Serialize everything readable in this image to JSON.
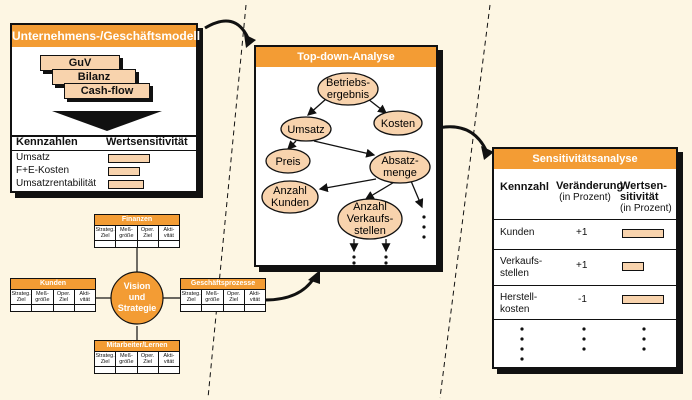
{
  "model": {
    "title": "Unternehmens-/Geschäftsmodell",
    "stack": [
      "GuV",
      "Bilanz",
      "Cash-flow"
    ],
    "col_kennzahlen": "Kennzahlen",
    "col_werts": "Wertsensitivität",
    "rows": [
      "Umsatz",
      "F+E-Kosten",
      "Umsatzrentabilität"
    ]
  },
  "topdown": {
    "title": "Top-down-Analyse",
    "nodes": {
      "betrieb": [
        "Betriebs-",
        "ergebnis"
      ],
      "umsatz": [
        "Umsatz"
      ],
      "kosten": [
        "Kosten"
      ],
      "preis": [
        "Preis"
      ],
      "absatz": [
        "Absatz-",
        "menge"
      ],
      "kunden": [
        "Anzahl",
        "Kunden"
      ],
      "verkauf": [
        "Anzahl",
        "Verkaufs-",
        "stellen"
      ]
    }
  },
  "sens": {
    "title": "Sensitivitätsanalyse",
    "h_kennzahl": "Kennzahl",
    "h_veraenderung": [
      "Veränderung",
      "(in Prozent)"
    ],
    "h_werts": [
      "Wertsen-",
      "sitivität",
      "(in Prozent)"
    ],
    "rows": [
      {
        "label": [
          "Kunden"
        ],
        "value": "+1"
      },
      {
        "label": [
          "Verkaufs-",
          "stellen"
        ],
        "value": "+1"
      },
      {
        "label": [
          "Herstell-",
          "kosten"
        ],
        "value": "-1"
      }
    ]
  },
  "bsc": {
    "center": [
      "Vision",
      "und",
      "Strategie"
    ],
    "cols": [
      "Strateg. Ziel",
      "Meß- größe",
      "Oper. Ziel",
      "Akti- vität"
    ],
    "finanzen": "Finanzen",
    "kunden": "Kunden",
    "prozesse": "Geschäftsprozesse",
    "lernen": "Mitarbeiter/Lernen"
  }
}
